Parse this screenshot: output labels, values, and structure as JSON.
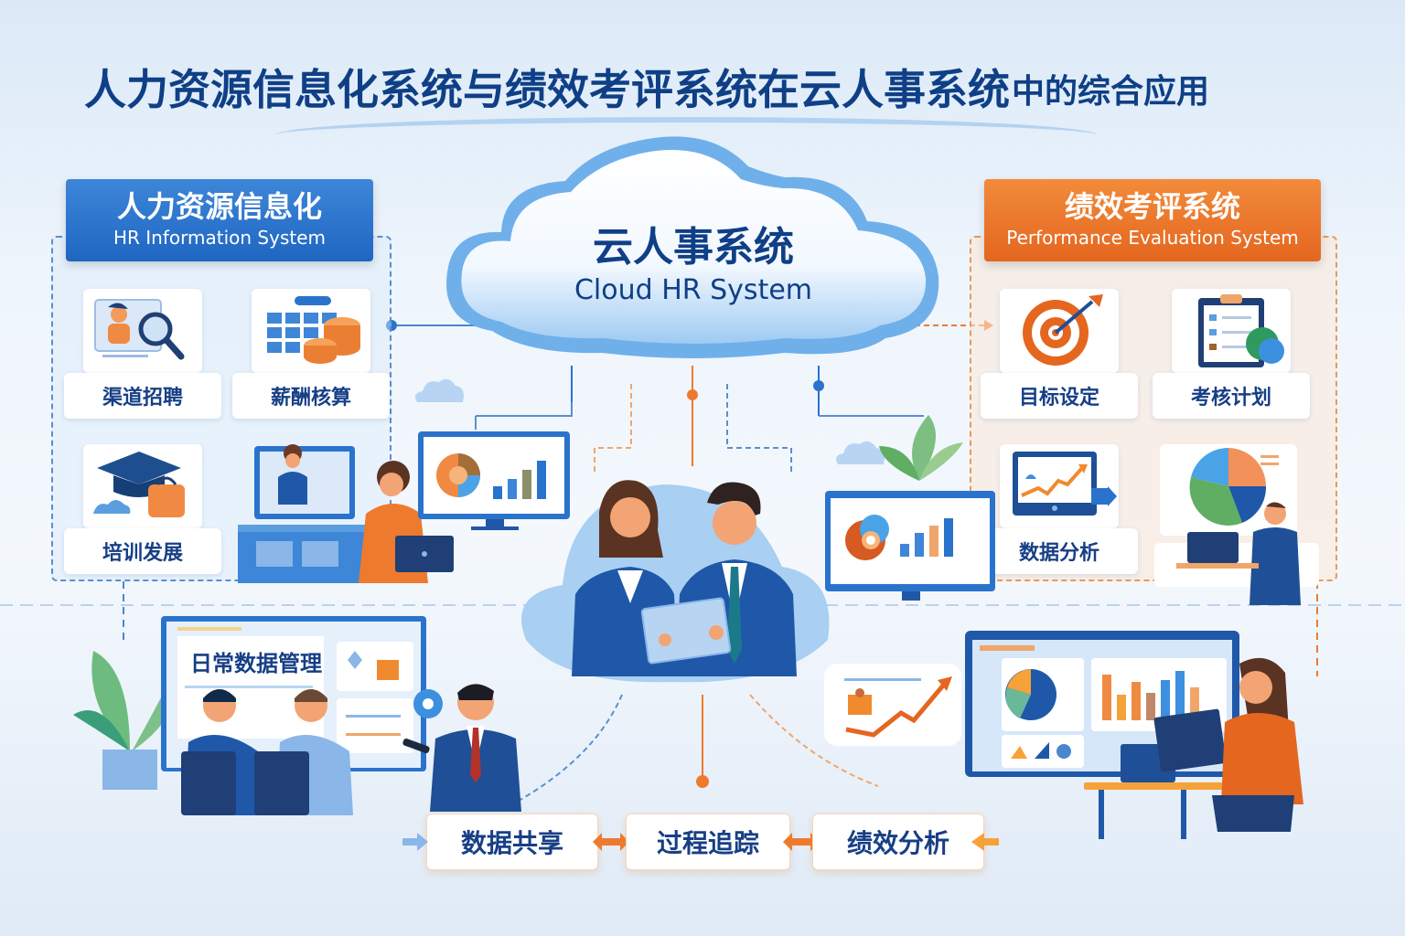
{
  "title": {
    "main": "人力资源信息化系统与绩效考评系统在云人事系统",
    "suffix": "中的综合应用"
  },
  "cloud": {
    "title_cn": "云人事系统",
    "title_en": "Cloud HR System"
  },
  "hr_system": {
    "title_cn": "人力资源信息化",
    "title_en": "HR Information System",
    "color": "#1f66c2",
    "modules": [
      {
        "label": "渠道招聘",
        "icon": "profile-search-icon"
      },
      {
        "label": "薪酬核算",
        "icon": "calendar-coins-icon"
      },
      {
        "label": "培训发展",
        "icon": "graduation-cap-icon"
      },
      {
        "label": "",
        "icon": "employee-desk-icon"
      }
    ]
  },
  "performance_system": {
    "title_cn": "绩效考评系统",
    "title_en": "Performance Evaluation System",
    "color": "#e4661f",
    "modules": [
      {
        "label": "目标设定",
        "icon": "target-arrow-icon"
      },
      {
        "label": "考核计划",
        "icon": "clipboard-checklist-icon"
      },
      {
        "label": "数据分析",
        "icon": "trend-chart-icon"
      },
      {
        "label": "",
        "icon": "pie-chart-presenter-icon"
      }
    ]
  },
  "meeting_screen": {
    "label": "日常数据管理"
  },
  "flow": {
    "steps": [
      "数据共享",
      "过程追踪",
      "绩效分析"
    ]
  },
  "colors": {
    "primary_blue": "#0f3f86",
    "accent_blue": "#2a73cc",
    "accent_orange": "#ee7a2e",
    "background": "#eef5fc"
  }
}
